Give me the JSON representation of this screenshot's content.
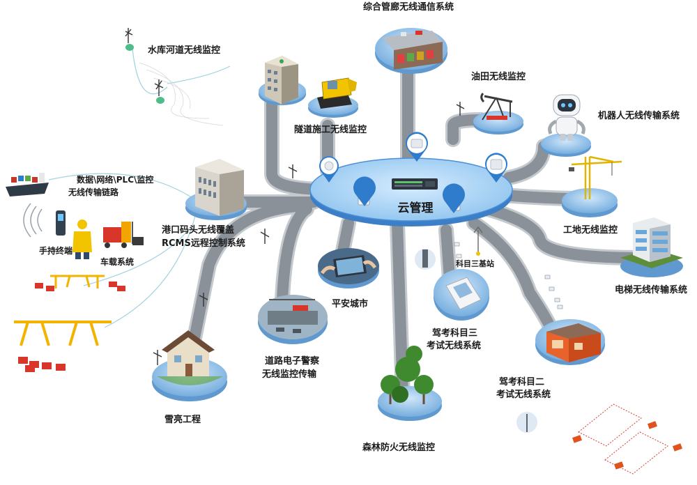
{
  "hub": {
    "label": "云管理"
  },
  "labels": {
    "utility_tunnel": "综合管廊无线通信系统",
    "reservoir": "水库河道无线监控",
    "tunnel_construction": "隧道施工无线监控",
    "oilfield": "油田无线监控",
    "robot": "机器人无线传输系统",
    "data_link_1": "数据\\网络\\PLC\\监控",
    "data_link_2": "无线传输链路",
    "port_1": "港口码头无线覆盖",
    "port_2": "RCMS远程控制系统",
    "handheld": "手持终端",
    "vehicle": "车载系统",
    "construction_site": "工地无线监控",
    "elevator": "电梯无线传输系统",
    "subject3_base": "科目三基站",
    "safe_city": "平安城市",
    "road_police_1": "道路电子警察",
    "road_police_2": "无线监控传输",
    "exam3_1": "驾考科目三",
    "exam3_2": "考试无线系统",
    "exam2_1": "驾考科目二",
    "exam2_2": "考试无线系统",
    "snow": "雪亮工程",
    "forest": "森林防火无线监控"
  },
  "colors": {
    "hub_fill": "#a9d3f5",
    "hub_edge": "#4a90d9",
    "road": "#8a9199",
    "road_edge": "#c9ced3",
    "platform": "#7fb8e8",
    "pin": "#2f7ccc",
    "accent_red": "#d9362b",
    "accent_yellow": "#f2c400"
  },
  "icons": [
    "server-icon",
    "access-point-icon",
    "outdoor-antenna-icon",
    "building-icon",
    "excavator-icon",
    "oil-pump-icon",
    "robot-icon",
    "crane-icon",
    "ship-icon",
    "forklift-icon",
    "worker-icon",
    "handheld-icon",
    "gantry-crane-icon",
    "car-icon",
    "tree-icon",
    "house-icon",
    "camera-icon",
    "tablet-icon"
  ]
}
